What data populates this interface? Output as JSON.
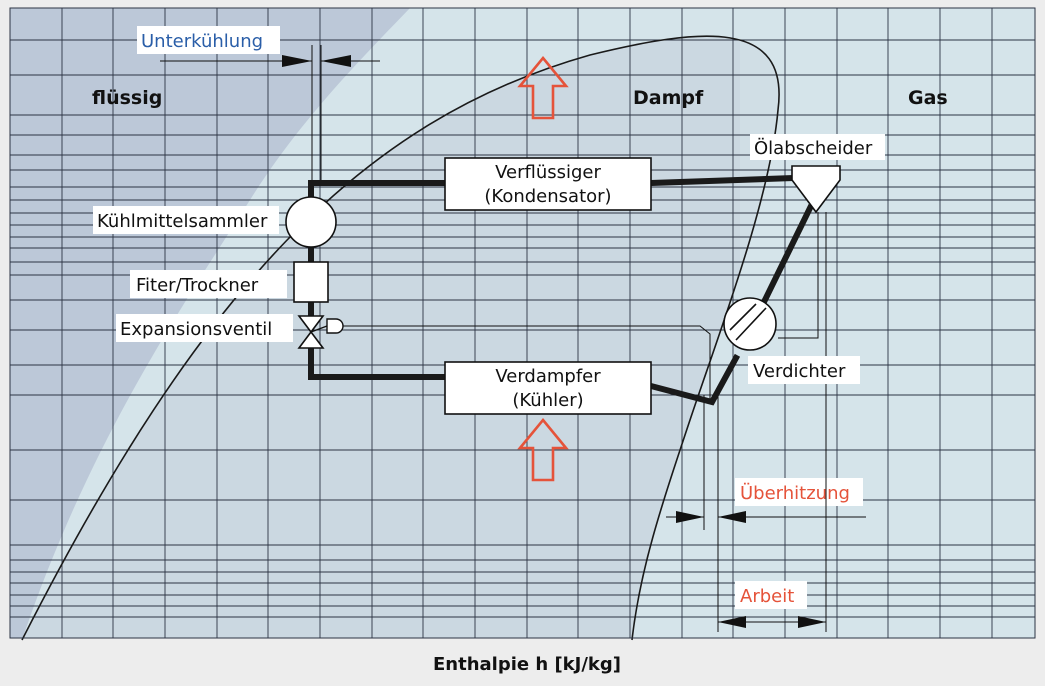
{
  "regions": {
    "liquid": "flüssig",
    "vapor": "Dampf",
    "gas": "Gas"
  },
  "labels": {
    "subcooling": "Unterkühlung",
    "superheating": "Überhitzung",
    "work": "Arbeit",
    "x_axis": "Enthalpie h [kJ/kg]"
  },
  "components": {
    "condenser": {
      "line1": "Verflüssiger",
      "line2": "(Kondensator)"
    },
    "evaporator": {
      "line1": "Verdampfer",
      "line2": "(Kühler)"
    },
    "oil_separator": "Ölabscheider",
    "receiver": "Kühlmittelsammler",
    "filter_dryer": "Fiter/Trockner",
    "expansion_valve": "Expansionsventil",
    "compressor": "Verdichter"
  },
  "colors": {
    "liquid_region": "#bcc8d8",
    "vapor_region": "#cbd8e1",
    "gas_region": "#d5e4ea",
    "grid": "#2c3444",
    "pipe": "#1a1a1a",
    "arrow_red": "#e5533a",
    "blue_text": "#2a5ea8",
    "orange_text": "#e5533a",
    "background": "#ededed"
  }
}
